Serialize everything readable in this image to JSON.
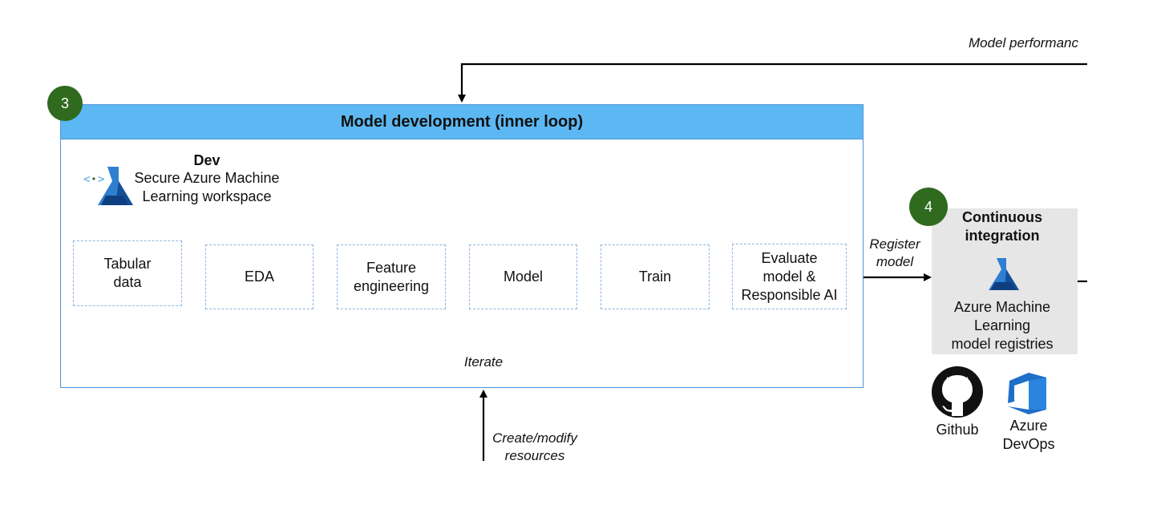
{
  "top_label": "Model performanc",
  "badges": {
    "dev": "3",
    "ci": "4"
  },
  "panel": {
    "title": "Model development (inner loop)",
    "env_title": "Dev",
    "env_subtitle_line1": "Secure Azure Machine",
    "env_subtitle_line2": "Learning workspace"
  },
  "steps": [
    {
      "line1": "Tabular",
      "line2": "data"
    },
    {
      "line1": "EDA",
      "line2": ""
    },
    {
      "line1": "Feature",
      "line2": "engineering"
    },
    {
      "line1": "Model",
      "line2": ""
    },
    {
      "line1": "Train",
      "line2": ""
    },
    {
      "line1": "Evaluate",
      "line2": "model &",
      "line3": "Responsible AI"
    }
  ],
  "iterate_label": "Iterate",
  "register_label": {
    "line1": "Register",
    "line2": "model"
  },
  "create_label": {
    "line1": "Create/modify",
    "line2": "resources"
  },
  "ci": {
    "title_line1": "Continuous",
    "title_line2": "integration",
    "registry_line1": "Azure Machine",
    "registry_line2": "Learning",
    "registry_line3": "model registries"
  },
  "tools": {
    "github": "Github",
    "devops_line1": "Azure",
    "devops_line2": "DevOps"
  },
  "colors": {
    "header": "#5cb8f2",
    "border": "#4f95d6",
    "badge": "#2f6a1e",
    "ci_bg": "#e6e6e6",
    "azure_blue": "#1f66b5"
  }
}
